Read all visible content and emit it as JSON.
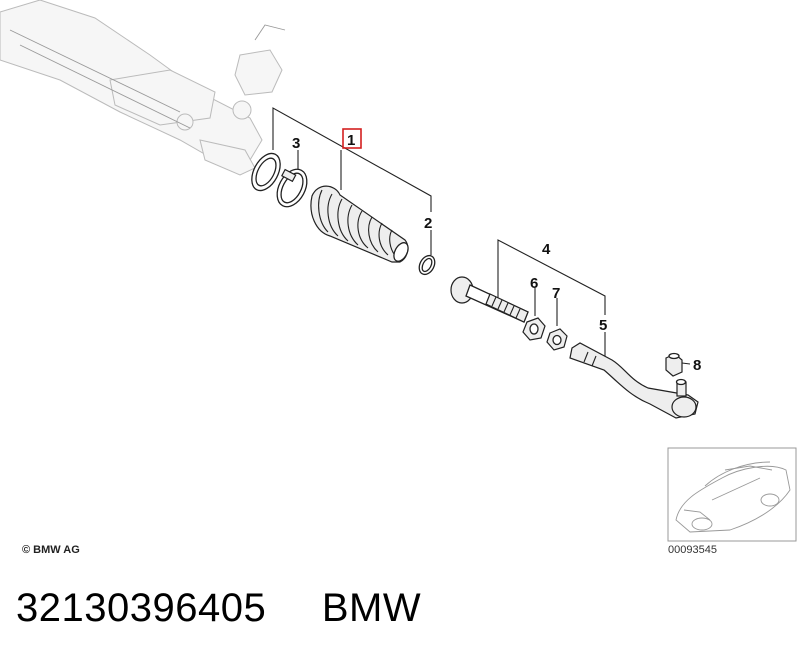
{
  "diagram": {
    "callouts": [
      {
        "id": "1",
        "label": "1",
        "highlighted": true
      },
      {
        "id": "2",
        "label": "2"
      },
      {
        "id": "3",
        "label": "3"
      },
      {
        "id": "4",
        "label": "4"
      },
      {
        "id": "5",
        "label": "5"
      },
      {
        "id": "6",
        "label": "6"
      },
      {
        "id": "7",
        "label": "7"
      },
      {
        "id": "8",
        "label": "8"
      }
    ],
    "copyright": "© BMW AG",
    "image_code": "00093545",
    "highlight_color": "#d42020"
  },
  "caption": {
    "part_number": "32130396405",
    "brand": "BMW"
  }
}
